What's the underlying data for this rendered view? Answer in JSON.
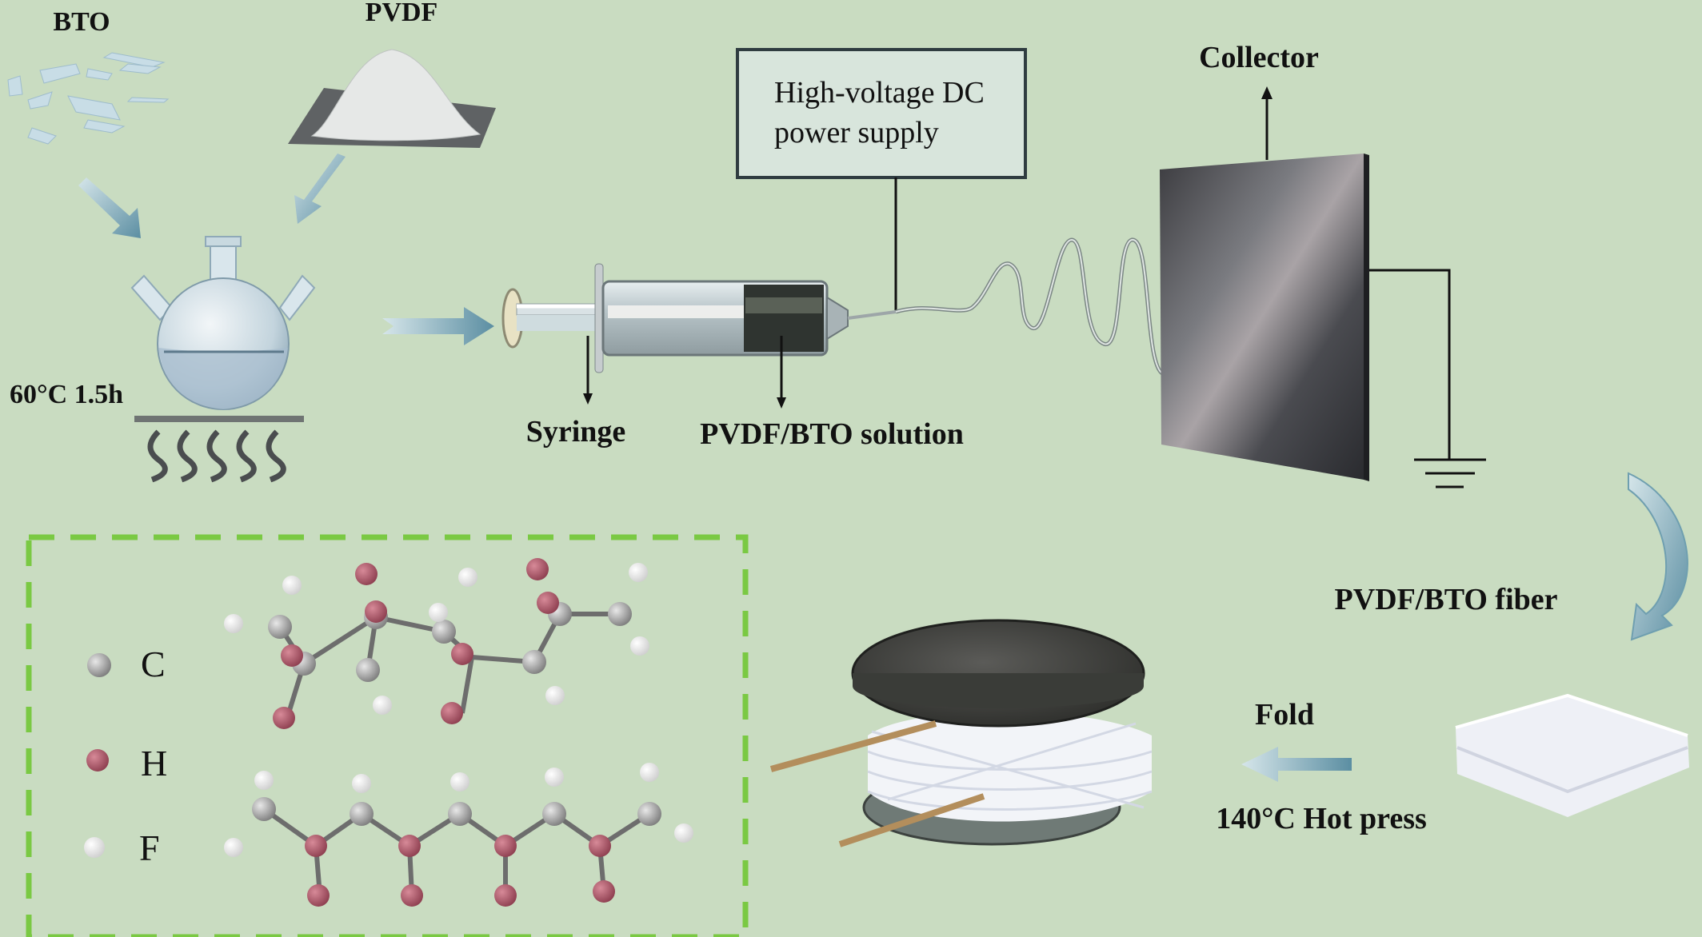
{
  "labels": {
    "bto": "BTO",
    "pvdf": "PVDF",
    "condition": "60°C 1.5h",
    "power_supply_line1": "High-voltage DC",
    "power_supply_line2": "power supply",
    "collector": "Collector",
    "syringe": "Syringe",
    "solution": "PVDF/BTO solution",
    "fiber": "PVDF/BTO fiber",
    "fold": "Fold",
    "hot_press": "140°C Hot press"
  },
  "legend": {
    "items": [
      {
        "symbol": "C",
        "color": "#9a9a9a"
      },
      {
        "symbol": "H",
        "color": "#b05a6a"
      },
      {
        "symbol": "F",
        "color": "#f4f4f4"
      }
    ]
  },
  "colors": {
    "background": "#c9dcc1",
    "arrow_fill": "#6f9fb0",
    "dashed_border": "#7ac943",
    "carbon": "#9a9a9a",
    "hydrogen_shown": "#b05a6a",
    "fluorine_shown": "#f4f4f4"
  }
}
